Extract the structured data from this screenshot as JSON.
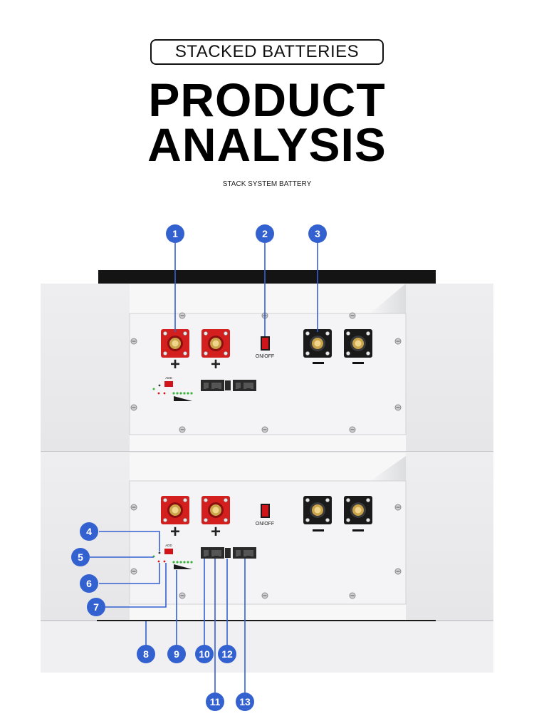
{
  "header": {
    "badge": "STACKED BATTERIES",
    "title_line1": "PRODUCT",
    "title_line2": "ANALYSIS",
    "subtitle": "STACK SYSTEM BATTERY"
  },
  "panel": {
    "switch_label": "ON/OFF",
    "plus_sign": "+",
    "minus_sign": "−",
    "add_label": "ADD"
  },
  "callouts": [
    "1",
    "2",
    "3",
    "4",
    "5",
    "6",
    "7",
    "8",
    "9",
    "10",
    "11",
    "12",
    "13"
  ],
  "colors": {
    "callout_blue": "#3461d0",
    "positive_terminal": "#d41f1f",
    "negative_terminal": "#1a1a1a",
    "switch_red": "#d0141a",
    "led_green": "#3cb43c"
  }
}
